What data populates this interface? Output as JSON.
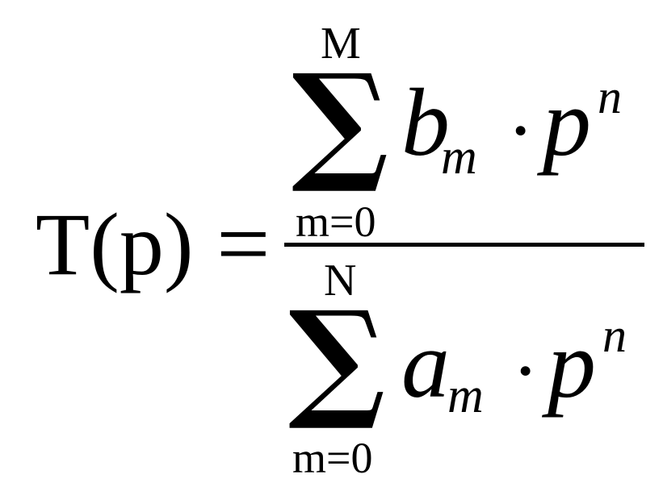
{
  "formula": {
    "lhs": "T(p)",
    "equals": "=",
    "numerator": {
      "upper_limit": "M",
      "sigma": "∑",
      "coefficient": "b",
      "coefficient_index": "m",
      "dot": "·",
      "variable": "p",
      "exponent": "n",
      "lower_limit": "m=0"
    },
    "denominator": {
      "upper_limit": "N",
      "sigma": "∑",
      "coefficient": "a",
      "coefficient_index": "m",
      "dot": "·",
      "variable": "p",
      "exponent": "n",
      "lower_limit": "m=0"
    }
  }
}
